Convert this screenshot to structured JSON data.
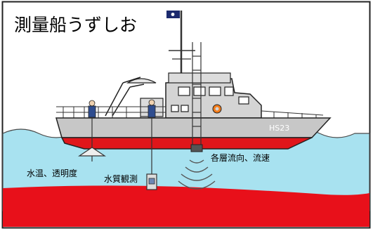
{
  "title": "測量船うずしお",
  "labels": {
    "water_temp_transparency": "水温、透明度",
    "water_quality": "水質観測",
    "current_layers": "各層流向、流速"
  },
  "hull_number": "HS23",
  "flag_icon": "flag-icon",
  "colors": {
    "sky": "#ffffff",
    "sea": "#a8e2f0",
    "wave_line": "#4a4a4a",
    "hull_upper": "#c7c7c7",
    "hull_lower": "#e0161a",
    "superstructure": "#d4d4d4",
    "window": "#ffffff",
    "frame": "#222222",
    "seabed": "#e8101a"
  }
}
